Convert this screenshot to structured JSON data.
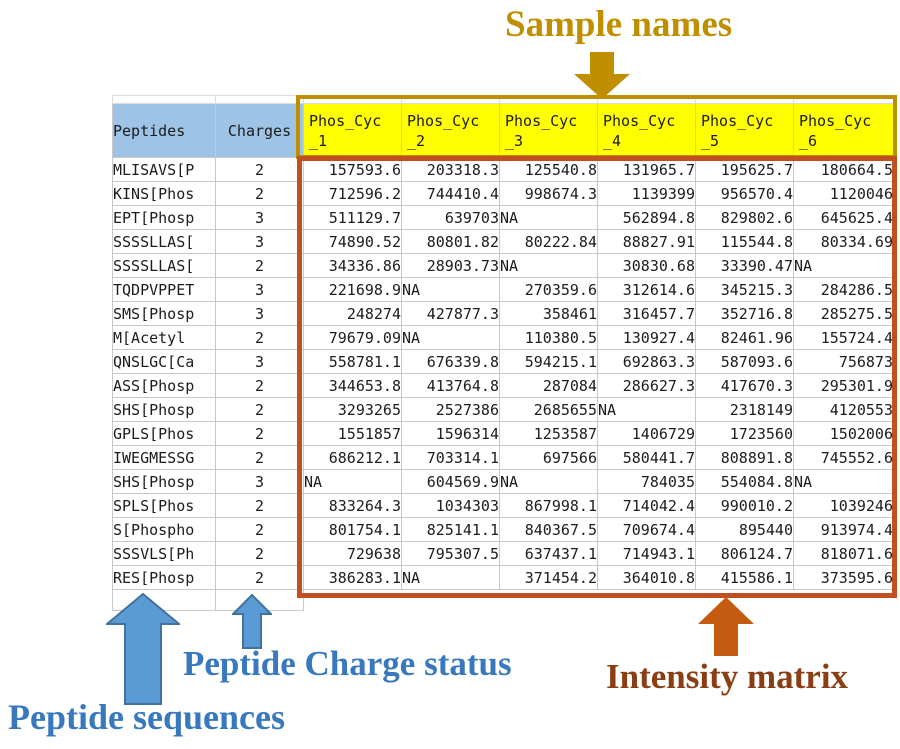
{
  "annotations": {
    "sample_names": {
      "label": "Sample names",
      "color": "#BF8F00"
    },
    "peptide_sequences": {
      "label": "Peptide sequences",
      "color": "#3878BE"
    },
    "peptide_charge_status": {
      "label": "Peptide Charge status",
      "color": "#3878BE"
    },
    "intensity_matrix": {
      "label": "Intensity matrix",
      "color": "#8B3E14"
    }
  },
  "colors": {
    "header_fill_blue": "#9DC3E6",
    "header_fill_yellow": "#FFFF00",
    "sample_header_border": "#BF8F00",
    "intensity_matrix_border": "#C0501F",
    "arrow_blue_fill": "#5B9BD5",
    "arrow_blue_stroke": "#41719C",
    "arrow_orange_fill": "#C55A11",
    "gridline": "#C9C9C9"
  },
  "table": {
    "peptides_header": "Peptides",
    "charges_header": "Charges",
    "sample_headers": [
      {
        "line1": "Phos_Cyc",
        "line2": "_1"
      },
      {
        "line1": "Phos_Cyc",
        "line2": "_2"
      },
      {
        "line1": "Phos_Cyc",
        "line2": "_3"
      },
      {
        "line1": "Phos_Cyc",
        "line2": "_4"
      },
      {
        "line1": "Phos_Cyc",
        "line2": "_5"
      },
      {
        "line1": "Phos_Cyc",
        "line2": "_6"
      }
    ],
    "rows": [
      {
        "peptide": "MLISAVS[P",
        "charge": "2",
        "values": [
          "157593.6",
          "203318.3",
          "125540.8",
          "131965.7",
          "195625.7",
          "180664.5"
        ]
      },
      {
        "peptide": "KINS[Phos",
        "charge": "2",
        "values": [
          "712596.2",
          "744410.4",
          "998674.3",
          "1139399",
          "956570.4",
          "1120046"
        ]
      },
      {
        "peptide": "EPT[Phosp",
        "charge": "3",
        "values": [
          "511129.7",
          "639703",
          "NA",
          "562894.8",
          "829802.6",
          "645625.4"
        ]
      },
      {
        "peptide": "SSSSLLAS[",
        "charge": "3",
        "values": [
          "74890.52",
          "80801.82",
          "80222.84",
          "88827.91",
          "115544.8",
          "80334.69"
        ]
      },
      {
        "peptide": "SSSSLLAS[",
        "charge": "2",
        "values": [
          "34336.86",
          "28903.73",
          "NA",
          "30830.68",
          "33390.47",
          "NA"
        ]
      },
      {
        "peptide": "TQDPVPPET",
        "charge": "3",
        "values": [
          "221698.9",
          "NA",
          "270359.6",
          "312614.6",
          "345215.3",
          "284286.5"
        ]
      },
      {
        "peptide": "SMS[Phosp",
        "charge": "3",
        "values": [
          "248274",
          "427877.3",
          "358461",
          "316457.7",
          "352716.8",
          "285275.5"
        ]
      },
      {
        "peptide": "M[Acetyl",
        "charge": "2",
        "values": [
          "79679.09",
          "NA",
          "110380.5",
          "130927.4",
          "82461.96",
          "155724.4"
        ]
      },
      {
        "peptide": "QNSLGC[Ca",
        "charge": "3",
        "values": [
          "558781.1",
          "676339.8",
          "594215.1",
          "692863.3",
          "587093.6",
          "756873"
        ]
      },
      {
        "peptide": "ASS[Phosp",
        "charge": "2",
        "values": [
          "344653.8",
          "413764.8",
          "287084",
          "286627.3",
          "417670.3",
          "295301.9"
        ]
      },
      {
        "peptide": "SHS[Phosp",
        "charge": "2",
        "values": [
          "3293265",
          "2527386",
          "2685655",
          "NA",
          "2318149",
          "4120553"
        ]
      },
      {
        "peptide": "GPLS[Phos",
        "charge": "2",
        "values": [
          "1551857",
          "1596314",
          "1253587",
          "1406729",
          "1723560",
          "1502006"
        ]
      },
      {
        "peptide": "IWEGMESSG",
        "charge": "2",
        "values": [
          "686212.1",
          "703314.1",
          "697566",
          "580441.7",
          "808891.8",
          "745552.6"
        ]
      },
      {
        "peptide": "SHS[Phosp",
        "charge": "3",
        "values": [
          "NA",
          "604569.9",
          "NA",
          "784035",
          "554084.8",
          "NA"
        ]
      },
      {
        "peptide": "SPLS[Phos",
        "charge": "2",
        "values": [
          "833264.3",
          "1034303",
          "867998.1",
          "714042.4",
          "990010.2",
          "1039246"
        ]
      },
      {
        "peptide": "S[Phospho",
        "charge": "2",
        "values": [
          "801754.1",
          "825141.1",
          "840367.5",
          "709674.4",
          "895440",
          "913974.4"
        ]
      },
      {
        "peptide": "SSSVLS[Ph",
        "charge": "2",
        "values": [
          "729638",
          "795307.5",
          "637437.1",
          "714943.1",
          "806124.7",
          "818071.6"
        ]
      },
      {
        "peptide": "RES[Phosp",
        "charge": "2",
        "values": [
          "386283.1",
          "NA",
          "371454.2",
          "364010.8",
          "415586.1",
          "373595.6"
        ]
      }
    ]
  }
}
